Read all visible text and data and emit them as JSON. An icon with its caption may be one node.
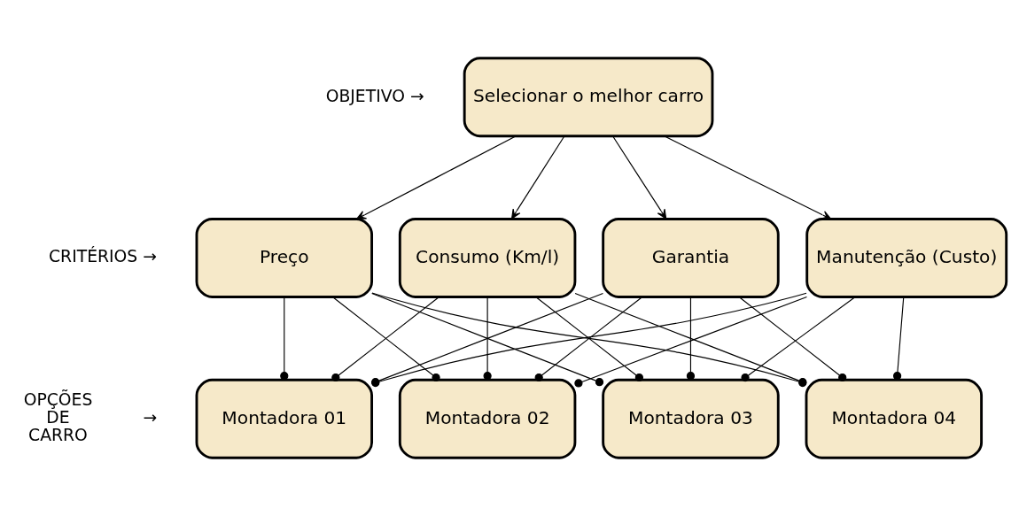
{
  "diagram": {
    "nodes": [
      {
        "text": [
          "Selecionar o melhor carro"
        ]
      },
      {
        "text": [
          "Preço"
        ]
      },
      {
        "text": [
          "Consumo (Km/l)"
        ]
      },
      {
        "text": [
          "Garantia"
        ]
      },
      {
        "text": [
          "Manutenção (Custo)"
        ]
      },
      {
        "text": [
          "Montadora 01"
        ]
      },
      {
        "text": [
          "Montadora 02"
        ]
      },
      {
        "text": [
          "Montadora 03"
        ]
      },
      {
        "text": [
          "Montadora 04"
        ]
      }
    ],
    "edges": [
      {
        "from": 0,
        "to": 1,
        "arrow": "to"
      },
      {
        "from": 0,
        "to": 2,
        "arrow": "to"
      },
      {
        "from": 0,
        "to": 3,
        "arrow": "to"
      },
      {
        "from": 0,
        "to": 4,
        "arrow": "to"
      },
      {
        "from": 1,
        "to": 5,
        "arrow": "other"
      },
      {
        "from": 1,
        "to": 6,
        "arrow": "other"
      },
      {
        "from": 1,
        "to": 7,
        "arrow": "other"
      },
      {
        "from": 1,
        "to": 8,
        "arrow": "other"
      },
      {
        "from": 2,
        "to": 5,
        "arrow": "other"
      },
      {
        "from": 2,
        "to": 6,
        "arrow": "other"
      },
      {
        "from": 2,
        "to": 7,
        "arrow": "other"
      },
      {
        "from": 2,
        "to": 8,
        "arrow": "other"
      },
      {
        "from": 3,
        "to": 5,
        "arrow": "other"
      },
      {
        "from": 3,
        "to": 6,
        "arrow": "other"
      },
      {
        "from": 3,
        "to": 7,
        "arrow": "other"
      },
      {
        "from": 3,
        "to": 8,
        "arrow": "other"
      },
      {
        "from": 4,
        "to": 5,
        "arrow": "other"
      },
      {
        "from": 4,
        "to": 6,
        "arrow": "other"
      },
      {
        "from": 4,
        "to": 7,
        "arrow": "other"
      },
      {
        "from": 4,
        "to": 8,
        "arrow": "other"
      }
    ],
    "labels": [
      "OBJETIVO →",
      "CRITÉRIOS →",
      "OPÇÕES DE CARRO",
      "→"
    ]
  }
}
